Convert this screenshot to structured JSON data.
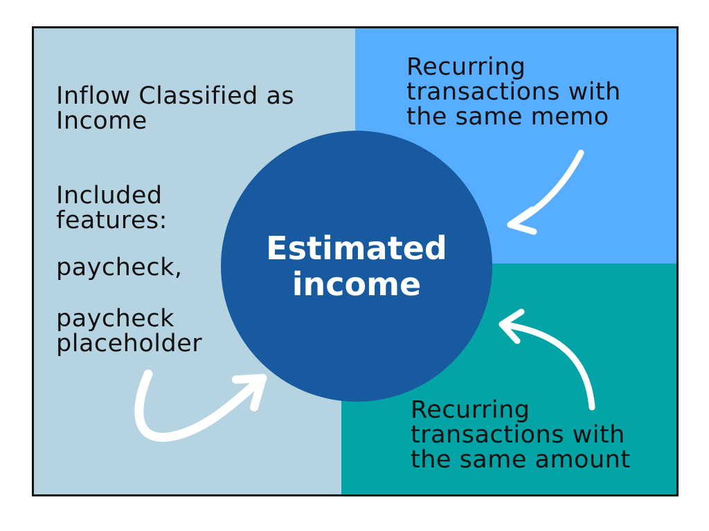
{
  "colors": {
    "left_panel": "#b5d3e0",
    "top_right_panel": "#57adff",
    "bottom_right_panel": "#04a3a5",
    "center_circle": "#185a9f",
    "text": "#111111",
    "circle_text": "#ffffff",
    "arrow": "#ffffff",
    "border": "#111111"
  },
  "left": {
    "title": "Inflow Classified as Income",
    "included_label": "Included features:",
    "feature_1": "paycheck,",
    "feature_2": "paycheck placeholder"
  },
  "top_right": {
    "text": "Recurring transactions with the same memo"
  },
  "bottom_right": {
    "text": "Recurring transactions with the same amount"
  },
  "center": {
    "label": "Estimated income"
  },
  "icons": [
    "curved-arrow-icon",
    "curved-arrow-icon",
    "curved-arrow-icon"
  ]
}
